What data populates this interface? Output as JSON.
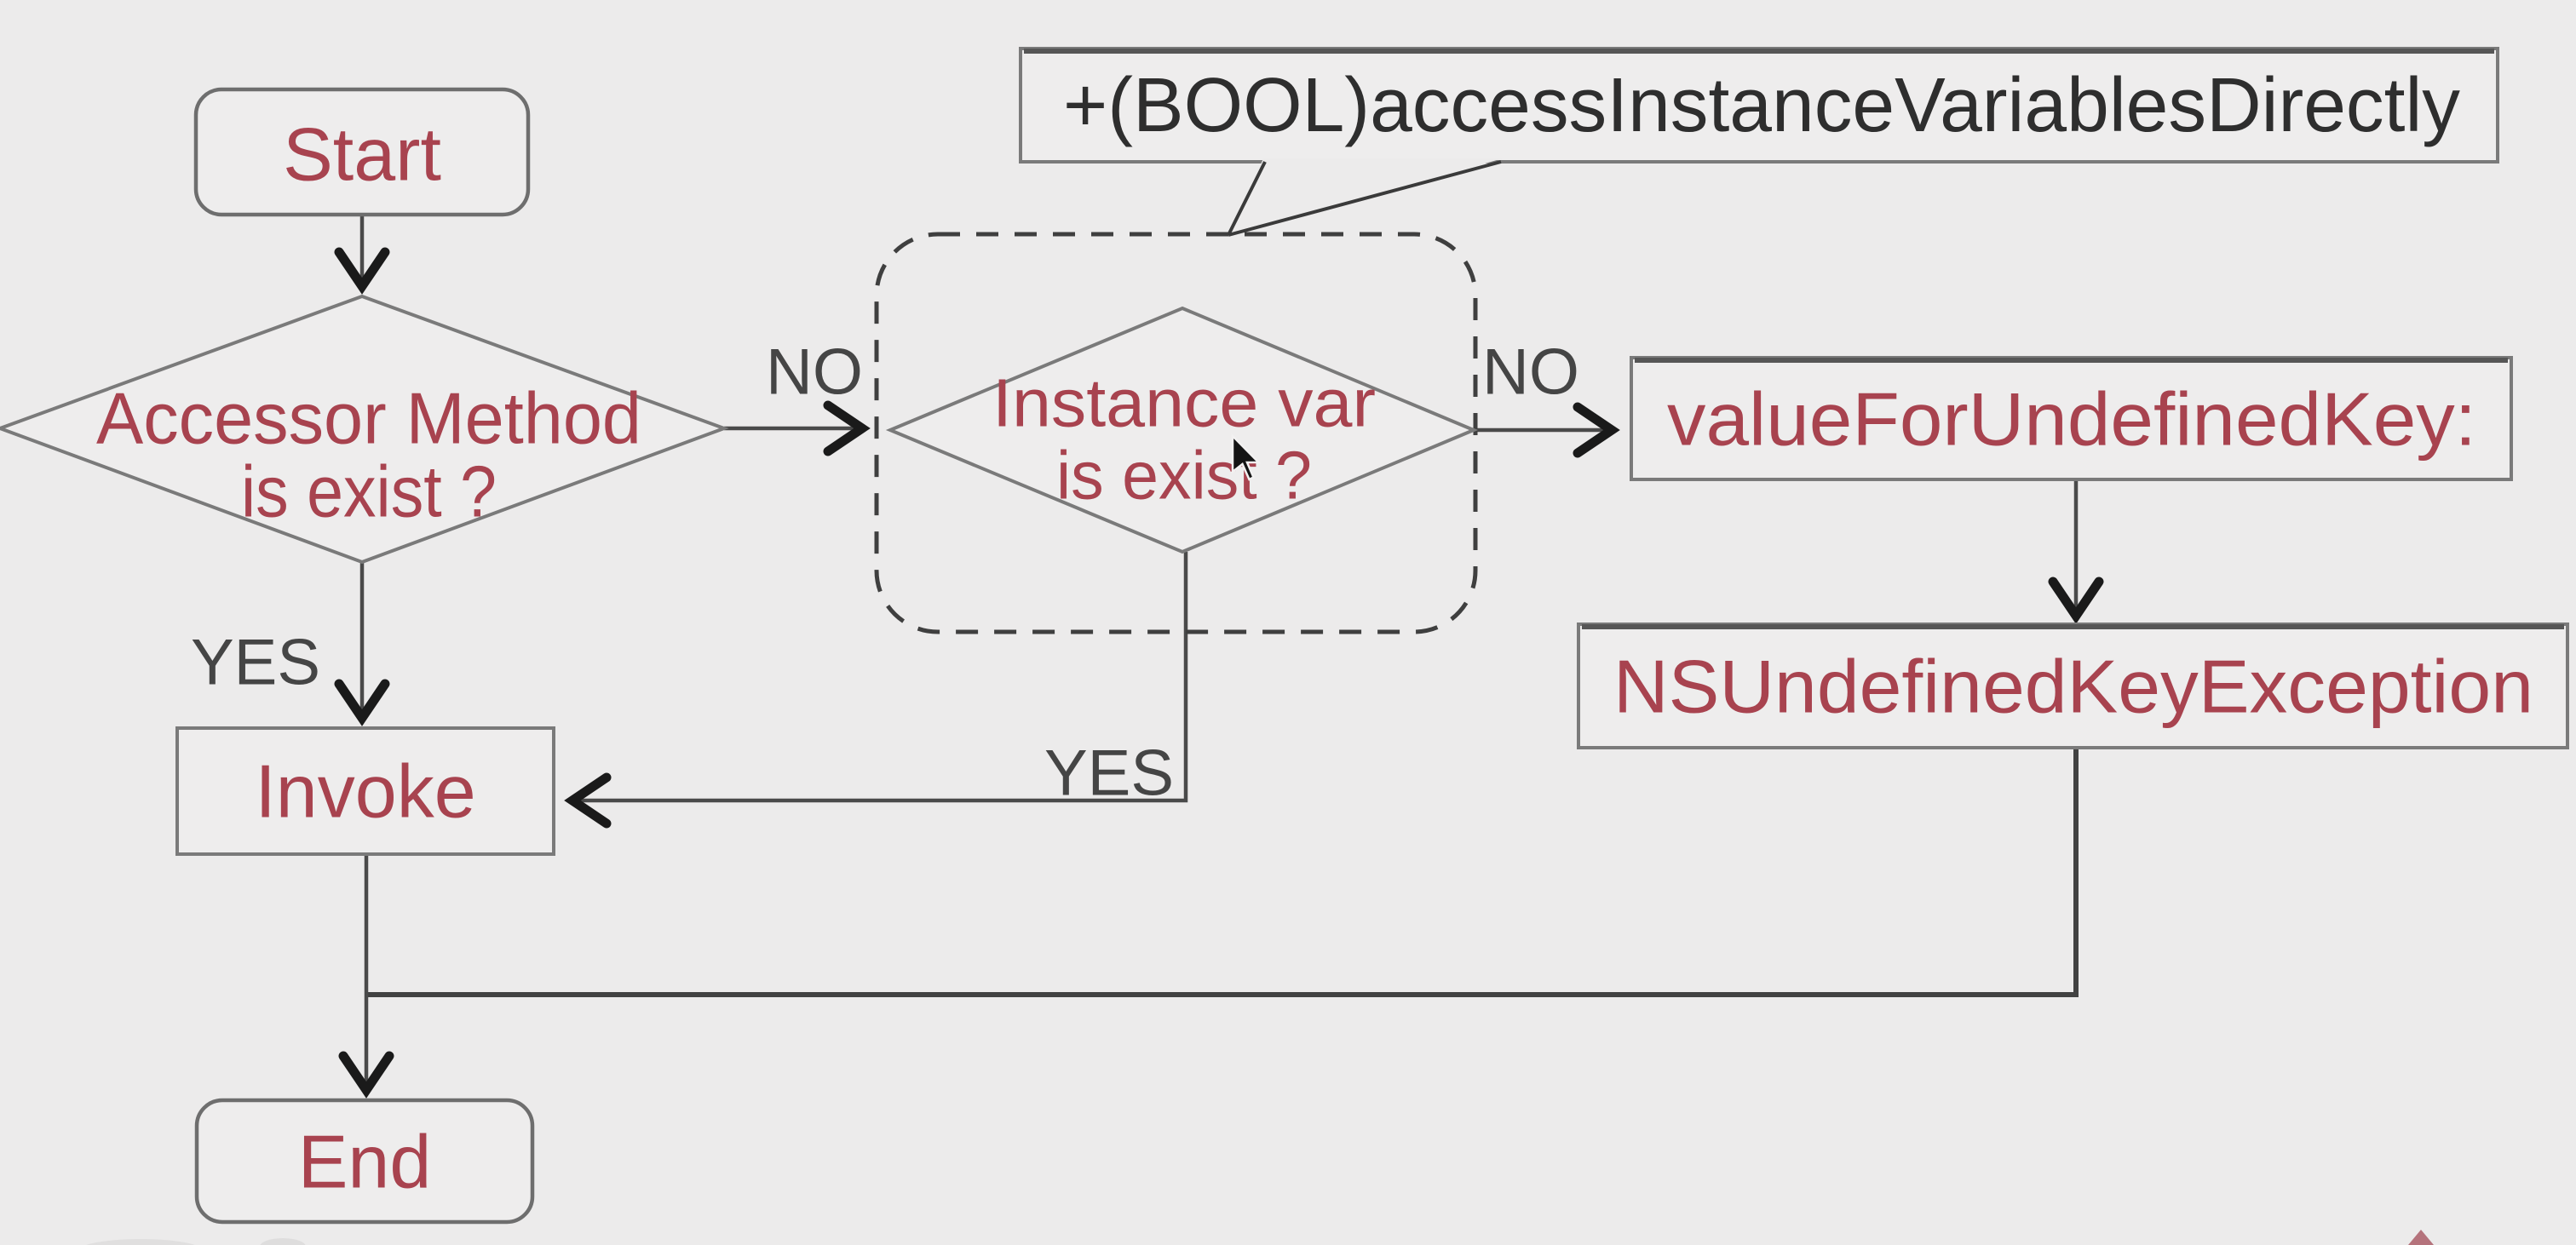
{
  "window": {
    "background": "#ECEBEB"
  },
  "colors": {
    "node_text": "#A8434F",
    "edge_label_text": "#454545",
    "callout_text": "#2E2E2E",
    "connector": "#4A4A4A",
    "shape_border": "#7A7A7A",
    "dashed_border": "#3F3F3F",
    "arrowhead": "#1A1A1A",
    "pointer_accent": "#B5737C"
  },
  "flowchart": {
    "callout": {
      "text": "+(BOOL)accessInstanceVariablesDirectly"
    },
    "nodes": {
      "start": {
        "label": "Start"
      },
      "accessor_method": {
        "label_line1": "Accessor Method",
        "label_line2": "is exist ?"
      },
      "instance_var": {
        "label_line1": "Instance var",
        "label_line2": "is exist ?"
      },
      "invoke": {
        "label": "Invoke"
      },
      "value_for_undefined_key": {
        "label": "valueForUndefinedKey:"
      },
      "ns_undefined_key_exception": {
        "label": "NSUndefinedKeyException"
      },
      "end": {
        "label": "End"
      }
    },
    "edges": {
      "accessor_no": {
        "label": "NO"
      },
      "accessor_yes": {
        "label": "YES"
      },
      "instance_no": {
        "label": "NO"
      },
      "instance_yes": {
        "label": "YES"
      }
    }
  }
}
